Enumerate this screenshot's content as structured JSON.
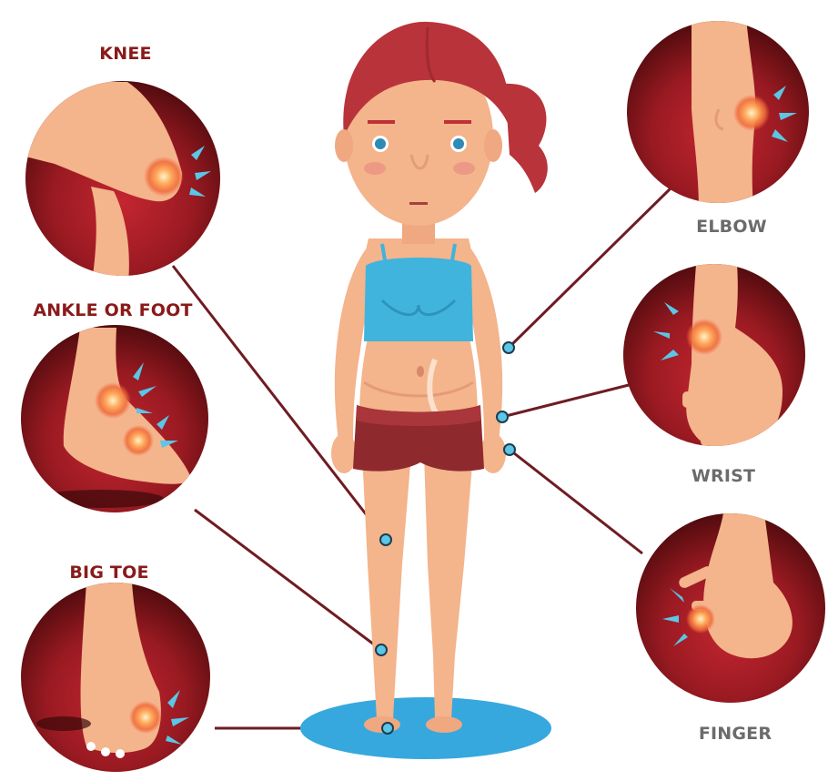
{
  "labels": {
    "knee": "KNEE",
    "ankle_or_foot": "ANKLE OR FOOT",
    "big_toe": "BIG TOE",
    "elbow": "ELBOW",
    "wrist": "WRIST",
    "finger": "FINGER"
  },
  "colors": {
    "label_left": "#8a1a1a",
    "label_right": "#6b6b6b",
    "circle_dark": "#5a0c0c",
    "circle_red": "#b0202a",
    "connector": "#6e1c22",
    "marker": "#5bc6e6",
    "skin": "#f4b48c",
    "hair": "#b8343a",
    "top": "#40b4dd",
    "shorts": "#8e2a2e",
    "mat": "#36a8de"
  }
}
